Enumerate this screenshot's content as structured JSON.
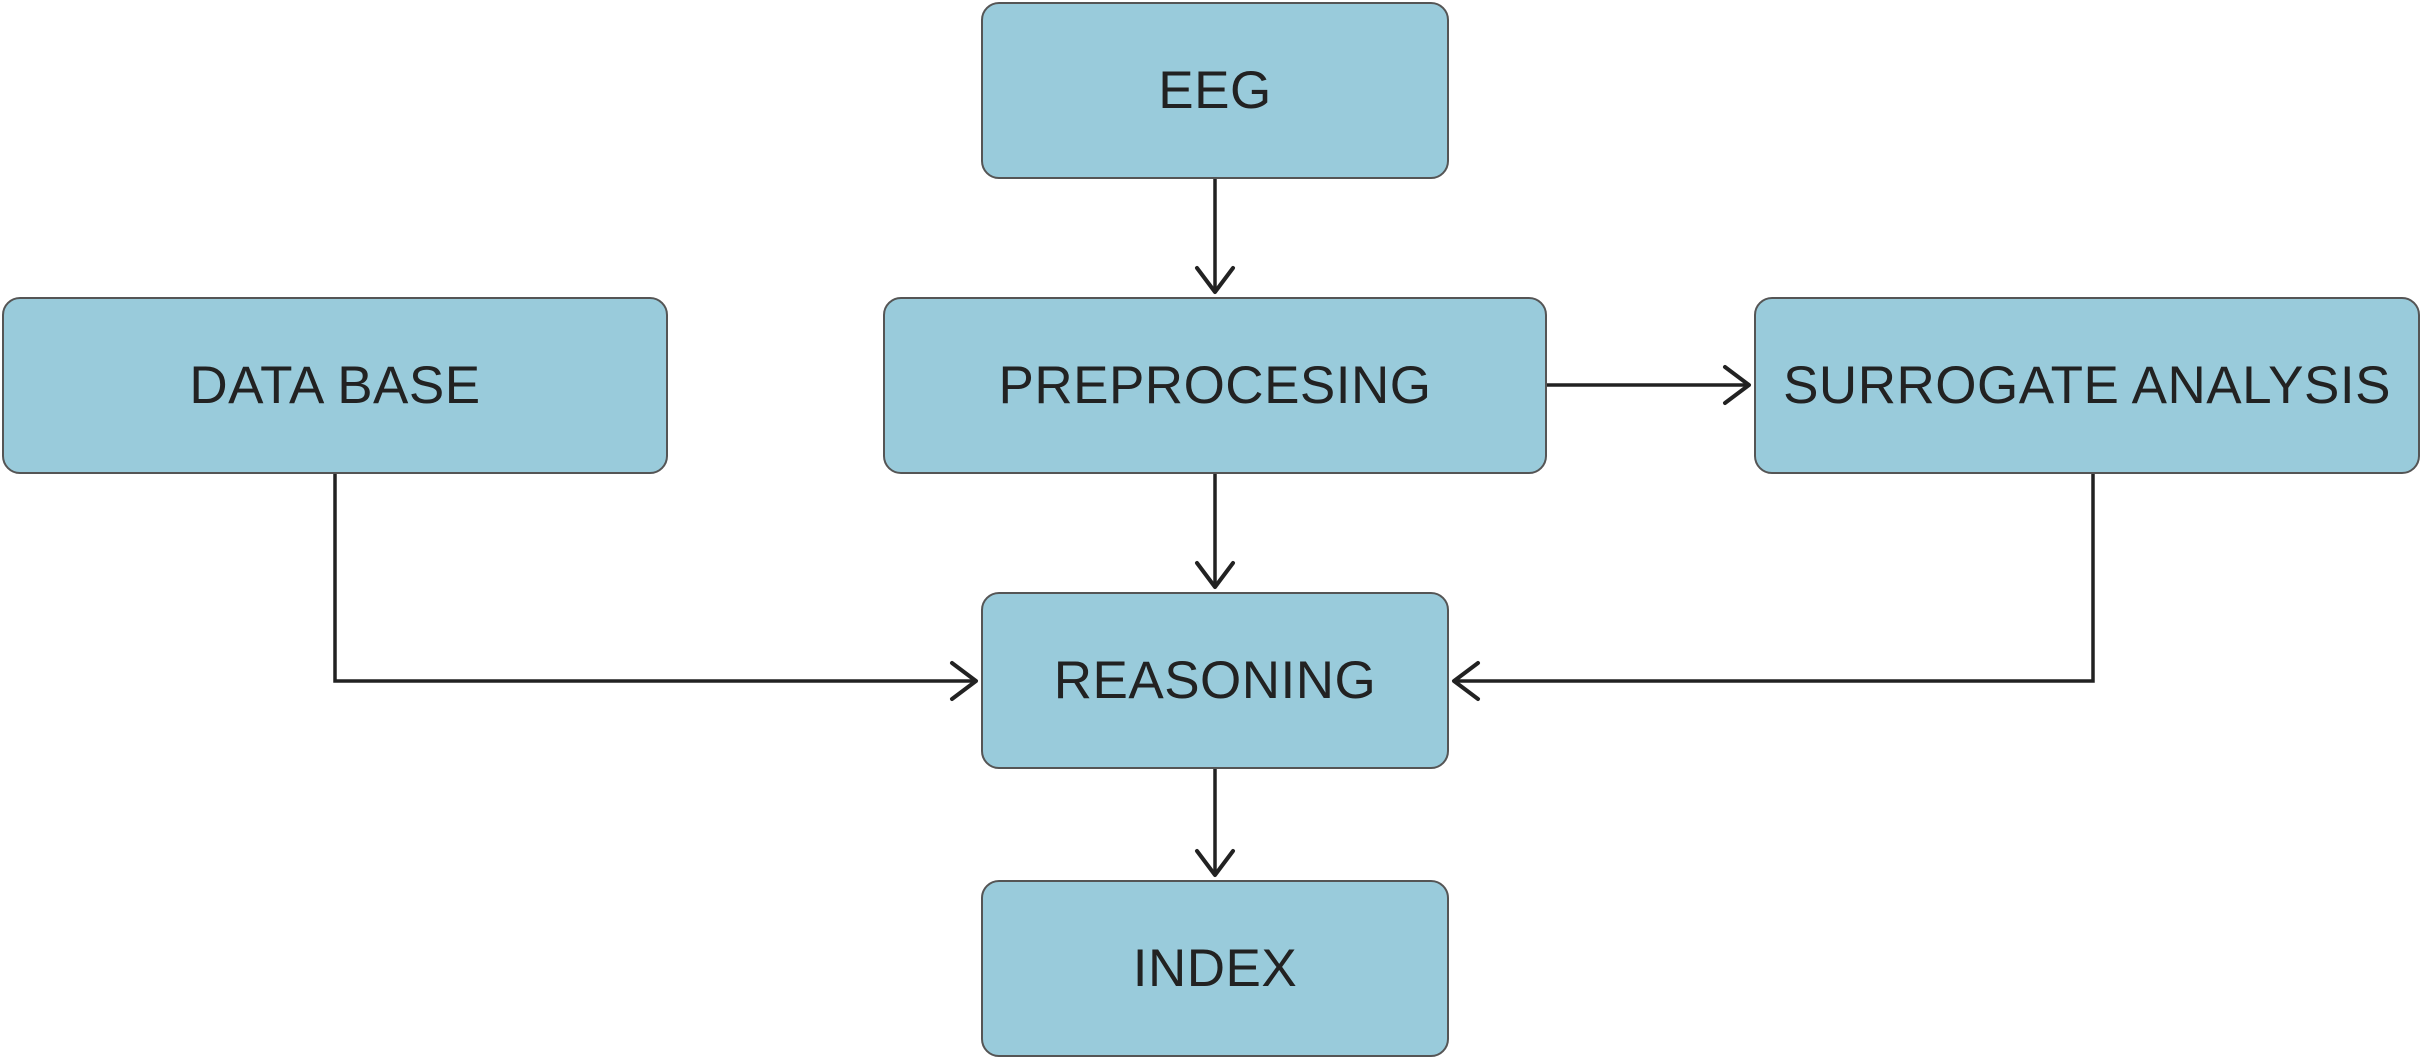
{
  "diagram": {
    "nodes": {
      "eeg": "EEG",
      "database": "DATA BASE",
      "preprocessing": "PREPROCESING",
      "surrogate": "SURROGATE ANALYSIS",
      "reasoning": "REASONING",
      "index": "INDEX"
    },
    "edges": [
      {
        "from": "EEG",
        "to": "PREPROCESING"
      },
      {
        "from": "PREPROCESING",
        "to": "SURROGATE ANALYSIS"
      },
      {
        "from": "PREPROCESING",
        "to": "REASONING"
      },
      {
        "from": "DATA BASE",
        "to": "REASONING"
      },
      {
        "from": "SURROGATE ANALYSIS",
        "to": "REASONING"
      },
      {
        "from": "REASONING",
        "to": "INDEX"
      }
    ],
    "colors": {
      "node_fill": "#99cbdb",
      "node_border": "#555555",
      "arrow": "#222222",
      "text": "#222222"
    }
  }
}
